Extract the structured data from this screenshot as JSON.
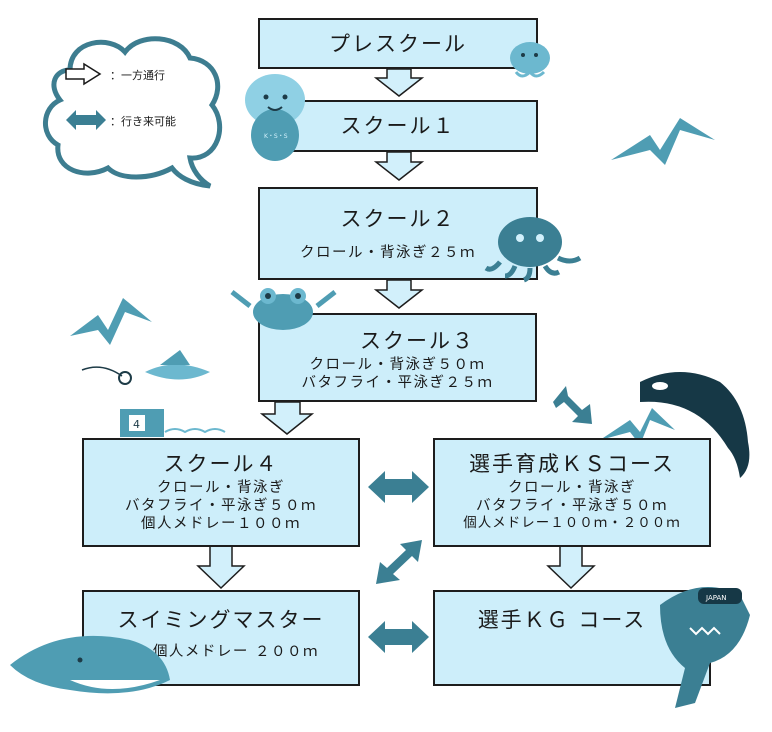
{
  "legend": {
    "one_way": "：一方通行",
    "two_way": "：行き来可能"
  },
  "boxes": {
    "pre_school": {
      "title": "プレスクール"
    },
    "school1": {
      "title": "スクール１"
    },
    "school2": {
      "title": "スクール２",
      "lines": [
        "クロール・背泳ぎ２５ｍ"
      ]
    },
    "school3": {
      "title": "スクール３",
      "lines": [
        "クロール・背泳ぎ５０ｍ",
        "バタフライ・平泳ぎ２５ｍ"
      ]
    },
    "school4": {
      "title": "スクール４",
      "lines": [
        "クロール・背泳ぎ",
        "バタフライ・平泳ぎ５０ｍ",
        "個人メドレー１００ｍ"
      ]
    },
    "ks_course": {
      "title": "選手育成ＫＳコース",
      "lines": [
        "クロール・背泳ぎ",
        "バタフライ・平泳ぎ５０ｍ",
        "個人メドレー１００ｍ・２００ｍ"
      ]
    },
    "swim_master": {
      "title": "スイミングマスター",
      "lines": [
        "個人メドレー ２００ｍ"
      ]
    },
    "kg_course": {
      "title": "選手ＫＧ コース"
    }
  },
  "decor": {
    "otter_badge": "K・S・S",
    "sign_number": "4",
    "shark_cap": "JAPAN"
  },
  "colors": {
    "box_fill": "#cdeefa",
    "arrow_fill": "#d2f0fb",
    "double_arrow": "#3b7f93",
    "cloud_stroke": "#3d7d90",
    "mascot": "#4f9db3"
  }
}
